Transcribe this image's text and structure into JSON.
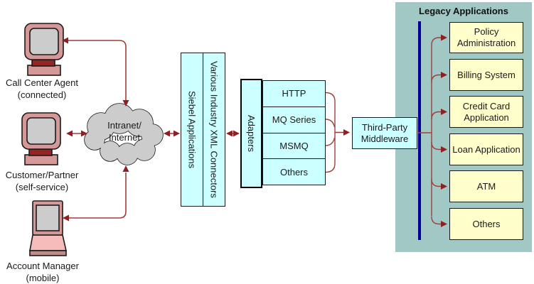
{
  "clients": [
    {
      "line1": "Call Center Agent",
      "line2": "(connected)"
    },
    {
      "line1": "Customer/Partner",
      "line2": "(self-service)"
    },
    {
      "line1": "Account Manager",
      "line2": "(mobile)"
    }
  ],
  "cloud": {
    "line1": "Intranet/",
    "line2": "Internet"
  },
  "siebel_stack": {
    "siebel_label": "Siebel Applications",
    "connectors_label": "Various Industry XML Connectors"
  },
  "adapters": {
    "title": "Adapters",
    "items": [
      "HTTP",
      "MQ Series",
      "MSMQ",
      "Others"
    ]
  },
  "middleware": {
    "line1": "Third-Party",
    "line2": "Middleware"
  },
  "legacy": {
    "title": "Legacy Applications",
    "items": [
      "Policy Administration",
      "Billing System",
      "Credit Card Application",
      "Loan Application",
      "ATM",
      "Others"
    ]
  },
  "colors": {
    "panel_teal": "#a2c8c6",
    "box_cyan": "#ccffff",
    "box_yellow": "#ffffcc",
    "arrow_red": "#9e3e3c",
    "arrowhead_red": "#8c2022",
    "line_navy": "#000099",
    "cloud_gray": "#cccccc",
    "device_pink": "#d49898",
    "device_dark_red": "#992222"
  }
}
